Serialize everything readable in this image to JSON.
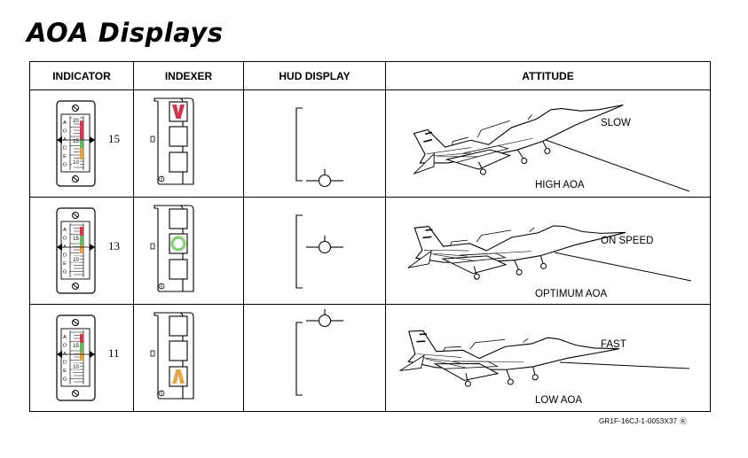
{
  "page": {
    "title": "AOA Displays",
    "figure_code": "GR1F-16CJ-1-0053X37"
  },
  "table": {
    "headers": {
      "indicator": "INDICATOR",
      "indexer": "INDEXER",
      "hud": "HUD DISPLAY",
      "attitude": "ATTITUDE"
    },
    "scale_letters": [
      "A",
      "O",
      "A",
      "D",
      "E",
      "G"
    ],
    "rows": [
      {
        "id": "slow",
        "indicator": {
          "reading": "15",
          "labels": [
            "20",
            "15",
            "10"
          ]
        },
        "indexer": {
          "lit": "top",
          "symbol": "chevron-down",
          "color": "#d2334f"
        },
        "hud": {
          "symbol_level": "low"
        },
        "attitude": {
          "condition": "SLOW",
          "aoa_label": "HIGH AOA",
          "pitch": "high"
        }
      },
      {
        "id": "on-speed",
        "indicator": {
          "reading": "13",
          "labels": [
            "15",
            "10"
          ]
        },
        "indexer": {
          "lit": "middle",
          "symbol": "donut",
          "color": "#8ed080"
        },
        "hud": {
          "symbol_level": "middle"
        },
        "attitude": {
          "condition": "ON SPEED",
          "aoa_label": "OPTIMUM AOA",
          "pitch": "medium"
        }
      },
      {
        "id": "fast",
        "indicator": {
          "reading": "11",
          "labels": [
            "15",
            "10"
          ]
        },
        "indexer": {
          "lit": "bottom",
          "symbol": "chevron-up",
          "color": "#e6a34a"
        },
        "hud": {
          "symbol_level": "high"
        },
        "attitude": {
          "condition": "FAST",
          "aoa_label": "LOW AOA",
          "pitch": "low"
        }
      }
    ]
  },
  "colors": {
    "gauge_red": "#d8364c",
    "gauge_green": "#63b85d",
    "gauge_orange": "#e3a23a"
  }
}
